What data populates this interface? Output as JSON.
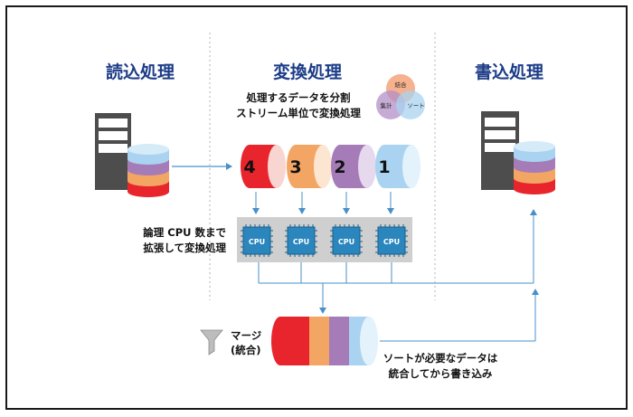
{
  "sections": {
    "read": "読込処理",
    "transform": "変換処理",
    "write": "書込処理"
  },
  "venn": {
    "top": "結合",
    "left": "集計",
    "right": "ソート"
  },
  "transform_note": {
    "line1": "処理するデータを分割",
    "line2": "ストリーム単位で変換処理"
  },
  "stream_numbers": [
    "4",
    "3",
    "2",
    "1"
  ],
  "cpu_note": {
    "line1": "論理 CPU 数まで",
    "line2": "拡張して変換処理"
  },
  "cpu_label": "CPU",
  "merge": {
    "line1": "マージ",
    "line2": "(統合)"
  },
  "sort_note": {
    "line1": "ソートが必要なデータは",
    "line2": "統合してから書き込み"
  },
  "colors": {
    "border": "#1a1a1a",
    "divider": "#b5b5b5",
    "title": "#1c3c87",
    "arrow": "#4a90c8",
    "red": "#e8242c",
    "orange": "#f3a564",
    "purple": "#a57cb8",
    "lightblue": "#a9d3f0",
    "cpu_bar": "#cfcfcf",
    "cpu_chip": "#2a86bd"
  }
}
